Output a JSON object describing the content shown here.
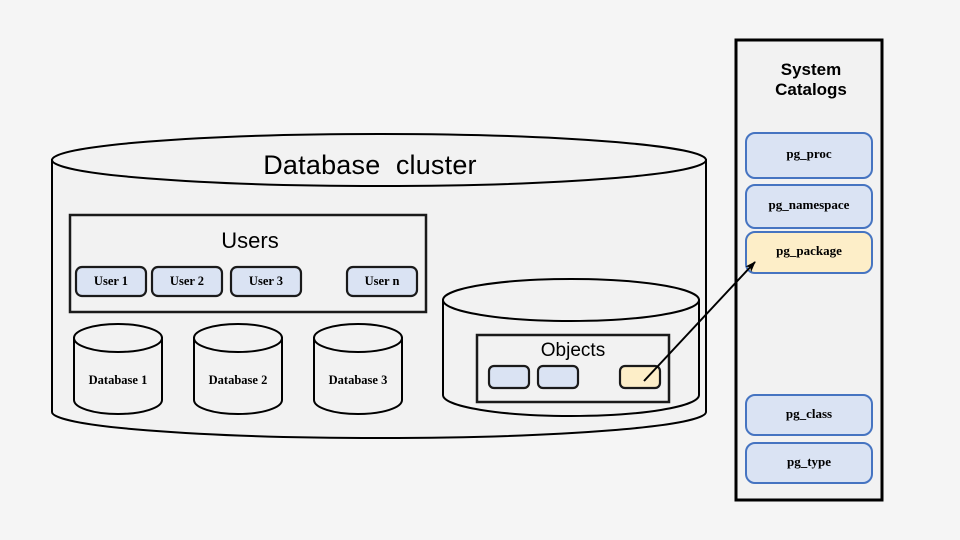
{
  "diagram": {
    "title": "Database cluster diagram with system catalogs",
    "background_color": "#f5f5f5",
    "cluster": {
      "title": "Database  cluster",
      "users_group": {
        "title": "Users",
        "items": [
          {
            "label": "User 1"
          },
          {
            "label": "User 2"
          },
          {
            "label": "User 3"
          },
          {
            "label": "User n"
          }
        ]
      },
      "databases": [
        {
          "label": "Database 1"
        },
        {
          "label": "Database 2"
        },
        {
          "label": "Database 3"
        }
      ],
      "objects_group": {
        "title": "Objects",
        "items": [
          {
            "name": "object-box-1",
            "fill": "#dae3f3"
          },
          {
            "name": "object-box-2",
            "fill": "#dae3f3"
          },
          {
            "name": "object-box-highlighted",
            "fill": "#fdeec8"
          }
        ]
      }
    },
    "system_catalogs": {
      "title": "System\nCatalogs",
      "items": [
        {
          "label": "pg_proc",
          "fill": "#dae3f3",
          "stroke": "#4674c1",
          "highlighted": false
        },
        {
          "label": "pg_namespace",
          "fill": "#dae3f3",
          "stroke": "#4674c1",
          "highlighted": false
        },
        {
          "label": "pg_package",
          "fill": "#fdeec8",
          "stroke": "#4674c1",
          "highlighted": true
        },
        {
          "label": "pg_class",
          "fill": "#dae3f3",
          "stroke": "#4674c1",
          "highlighted": false
        },
        {
          "label": "pg_type",
          "fill": "#dae3f3",
          "stroke": "#4674c1",
          "highlighted": false
        }
      ]
    },
    "connector": {
      "name": "object-to-pg-package-arrow",
      "from": "object-box-highlighted",
      "to": "pg_package"
    },
    "colors": {
      "shape_fill": "#f2f2f2",
      "shape_stroke": "#000000",
      "blue_fill": "#dae3f3",
      "blue_stroke": "#4674c1",
      "yellow_fill": "#fdeec8",
      "box_stroke_dark": "#1a1a1a"
    }
  }
}
